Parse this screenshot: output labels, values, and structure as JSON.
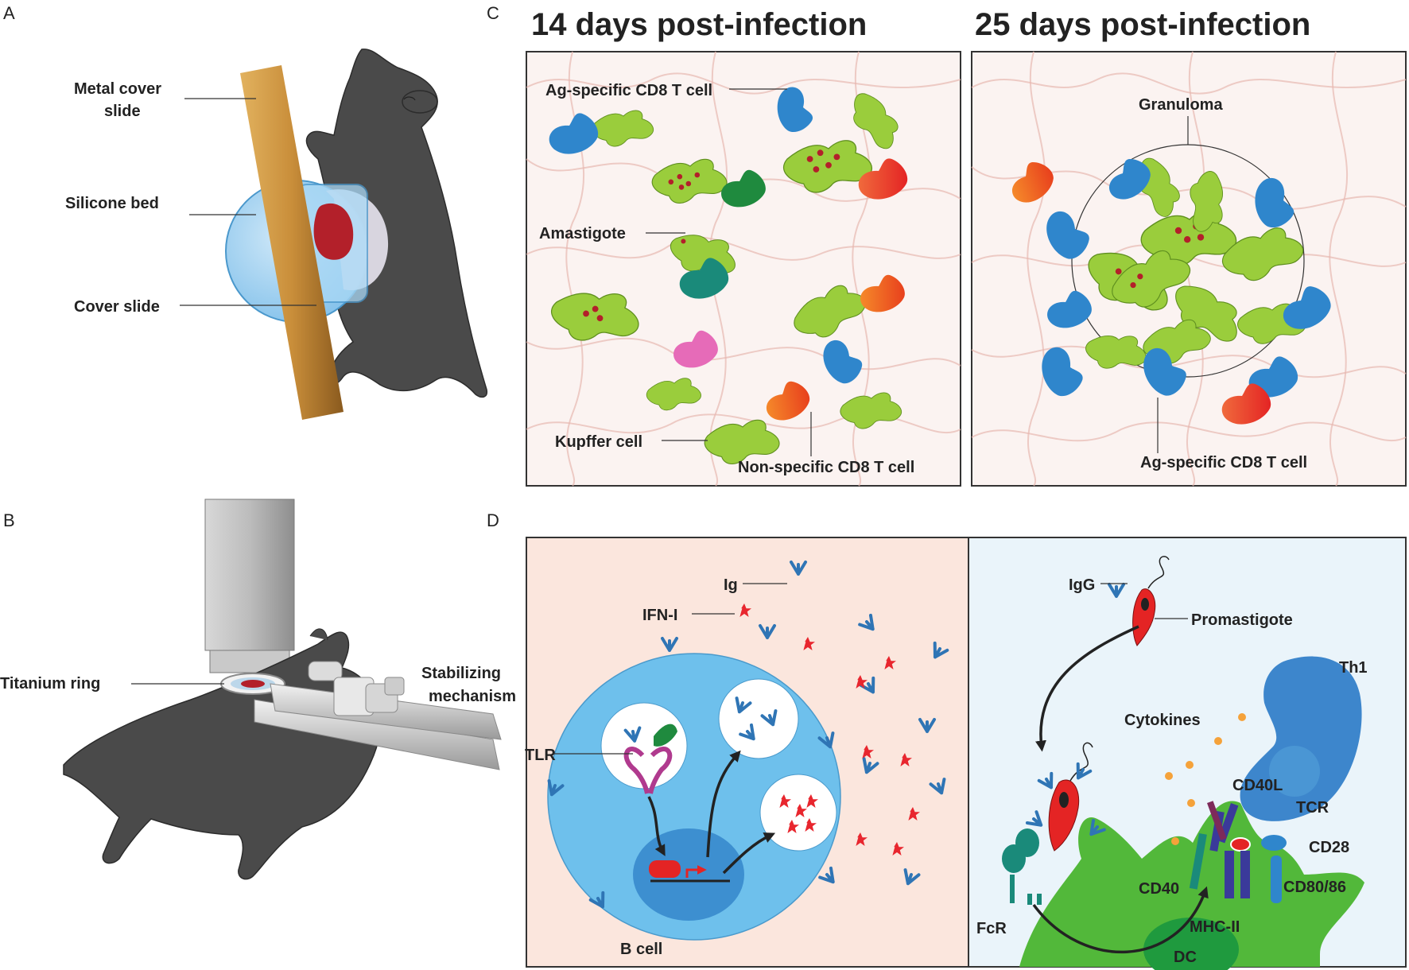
{
  "panels": {
    "a": {
      "letter": "A",
      "labels": {
        "metal_cover_slide_line1": "Metal cover",
        "metal_cover_slide_line2": "slide",
        "silicone_bed": "Silicone bed",
        "cover_slide": "Cover slide"
      }
    },
    "b": {
      "letter": "B",
      "labels": {
        "titanium_ring": "Titanium ring",
        "stabilizing_line1": "Stabilizing",
        "stabilizing_line2": "mechanism"
      }
    },
    "c": {
      "letter": "C",
      "left_title": "14 days post-infection",
      "right_title": "25 days post-infection",
      "labels": {
        "ag_specific_left": "Ag-specific CD8 T cell",
        "amastigote": "Amastigote",
        "kupffer": "Kupffer cell",
        "non_specific": "Non-specific CD8 T cell",
        "granuloma": "Granuloma",
        "ag_specific_right": "Ag-specific CD8 T cell"
      }
    },
    "d": {
      "letter": "D",
      "labels": {
        "ig": "Ig",
        "ifn": "IFN-I",
        "tlr": "TLR",
        "bcell": "B cell",
        "igg": "IgG",
        "promastigote": "Promastigote",
        "th1": "Th1",
        "cytokines": "Cytokines",
        "cd40l": "CD40L",
        "tcr": "TCR",
        "cd28": "CD28",
        "cd40": "CD40",
        "cd8086": "CD80/86",
        "mhc": "MHC-II",
        "fcr": "FcR",
        "dc": "DC"
      }
    }
  },
  "colors": {
    "kupffer": "#9acd3c",
    "t_cell_specific": "#2f86cc",
    "t_cell_nonspecific": "#f05a28",
    "amastigote": "#b3202a",
    "b_cell": "#6ec0ec",
    "dc": "#52b83a",
    "th1": "#3d86cc",
    "panel_d_left_bg": "#fbe6dd",
    "panel_d_right_bg": "#eaf4fa"
  }
}
